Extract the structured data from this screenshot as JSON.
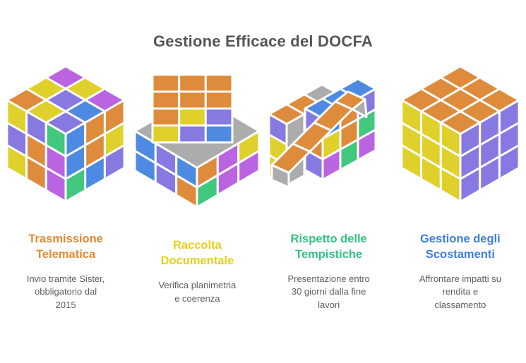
{
  "title": "Gestione Efficace del DOCFA",
  "title_color": "#54565A",
  "palette": {
    "O": "#DE8B3C",
    "Y": "#DFD02C",
    "P": "#8779E2",
    "M": "#BB64E2",
    "B": "#4F8AE2",
    "G": "#41C87E",
    "X": "#ACACAC"
  },
  "columns": [
    {
      "heading": "Trasmissione\nTelematica",
      "heading_color": "#E08A33",
      "body": "Invio tramite Sister,\nobbligatorio dal\n2015",
      "cube": {
        "type": "full",
        "top": [
          [
            "M",
            "Y",
            "M"
          ],
          [
            "Y",
            "P",
            "B"
          ],
          [
            "O",
            "Y",
            "P"
          ]
        ],
        "left": [
          [
            "Y",
            "P",
            "G"
          ],
          [
            "P",
            "O",
            "M"
          ],
          [
            "Y",
            "O",
            "M"
          ]
        ],
        "right": [
          [
            "B",
            "O",
            "O"
          ],
          [
            "B",
            "O",
            "Y"
          ],
          [
            "G",
            "B",
            "P"
          ]
        ]
      }
    },
    {
      "heading": "Raccolta\nDocumentale",
      "heading_color": "#E6D118",
      "body": "Verifica planimetria\ne coerenza",
      "cube": {
        "type": "tray",
        "panel": [
          [
            "O",
            "O",
            "O"
          ],
          [
            "O",
            "O",
            "O"
          ],
          [
            "O",
            "Y",
            "P"
          ],
          [
            "Y",
            "P",
            "B"
          ]
        ],
        "tray_left": [
          [
            "B",
            "P",
            "B"
          ],
          [
            "B",
            "P",
            "O"
          ]
        ],
        "tray_right": [
          [
            "O",
            "M",
            "Y"
          ],
          [
            "G",
            "M",
            "M"
          ]
        ]
      }
    },
    {
      "heading": "Rispetto delle\nTempistiche",
      "heading_color": "#35C183",
      "body": "Presentazione entro\n30 giorni dalla fine\nlavori",
      "cube": {
        "type": "twist",
        "slice_top": [
          "O",
          "O"
        ],
        "cap": "O",
        "strip": [
          "O",
          "O",
          "O"
        ],
        "remnant_left": [
          "P",
          "Y",
          "Y"
        ],
        "wall_top": [
          "B",
          "B",
          "B"
        ],
        "wall_left": [
          "P",
          "O",
          "P"
        ],
        "wall_front": [
          [
            "B",
            "O",
            "P"
          ],
          [
            "Y",
            "O",
            "G"
          ],
          [
            "M",
            "G",
            "M"
          ]
        ]
      }
    },
    {
      "heading": "Gestione degli\nScostamenti",
      "heading_color": "#3D7FDB",
      "body": "Affrontare impatti su\nrendita e\nclassamento",
      "cube": {
        "type": "full",
        "top": [
          [
            "O",
            "O",
            "O"
          ],
          [
            "O",
            "O",
            "O"
          ],
          [
            "O",
            "O",
            "O"
          ]
        ],
        "left": [
          [
            "Y",
            "Y",
            "Y"
          ],
          [
            "Y",
            "Y",
            "Y"
          ],
          [
            "Y",
            "Y",
            "Y"
          ]
        ],
        "right": [
          [
            "P",
            "P",
            "P"
          ],
          [
            "P",
            "P",
            "P"
          ],
          [
            "P",
            "P",
            "P"
          ]
        ]
      }
    }
  ]
}
